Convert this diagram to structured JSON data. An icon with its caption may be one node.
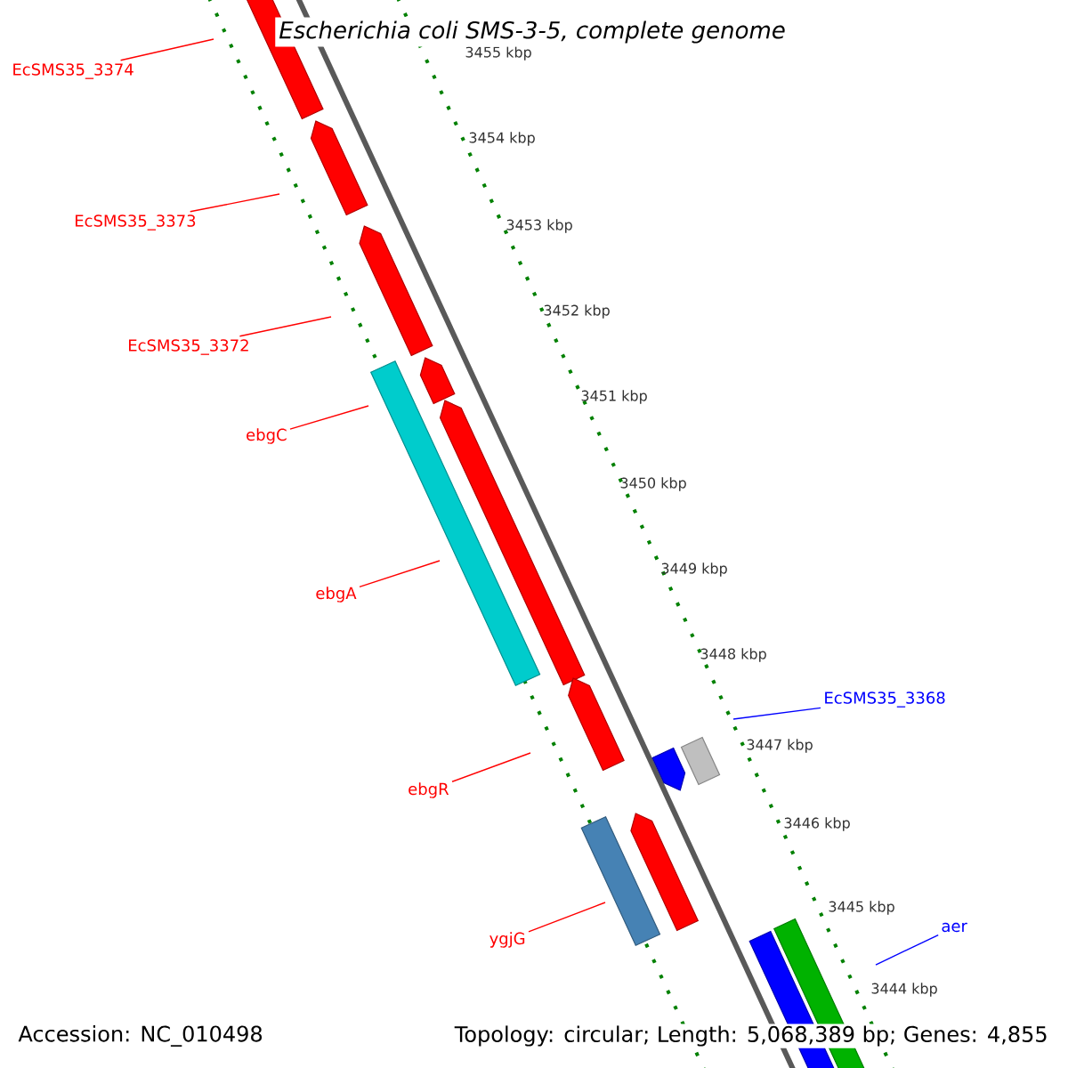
{
  "diagram": {
    "title": "Escherichia coli SMS-3-5, complete genome",
    "nodes": [
      {
        "text": [
          "EcSMS35_3374"
        ]
      },
      {
        "text": [
          "EcSMS35_3373"
        ]
      },
      {
        "text": [
          "EcSMS35_3372"
        ]
      },
      {
        "text": [
          "ebgC"
        ]
      },
      {
        "text": [
          "ebgA"
        ]
      },
      {
        "text": [
          "ebgR"
        ]
      },
      {
        "text": [
          "ygjG"
        ]
      },
      {
        "text": [
          "EcSMS35_3368"
        ]
      },
      {
        "text": [
          "aer"
        ]
      }
    ],
    "edges": [
      {
        "from": 0,
        "to": null,
        "arrow": "none"
      },
      {
        "from": 1,
        "to": null,
        "arrow": "none"
      },
      {
        "from": 2,
        "to": null,
        "arrow": "none"
      },
      {
        "from": 3,
        "to": null,
        "arrow": "none"
      },
      {
        "from": 4,
        "to": null,
        "arrow": "none"
      },
      {
        "from": 5,
        "to": null,
        "arrow": "none"
      },
      {
        "from": 6,
        "to": null,
        "arrow": "none"
      },
      {
        "from": 7,
        "to": null,
        "arrow": "none",
        "color": "#0000ff"
      },
      {
        "from": 8,
        "to": null,
        "arrow": "none",
        "color": "#0000ff"
      }
    ],
    "labels": [
      "3455 kbp",
      "3454 kbp",
      "3453 kbp",
      "3452 kbp",
      "3451 kbp",
      "3450 kbp",
      "3449 kbp",
      "3448 kbp",
      "3447 kbp",
      "3446 kbp",
      "3445 kbp",
      "3444 kbp",
      "Accession: NC_010498",
      "Topology: circular; Length: 5,068,389 bp; Genes: 4,855"
    ]
  }
}
